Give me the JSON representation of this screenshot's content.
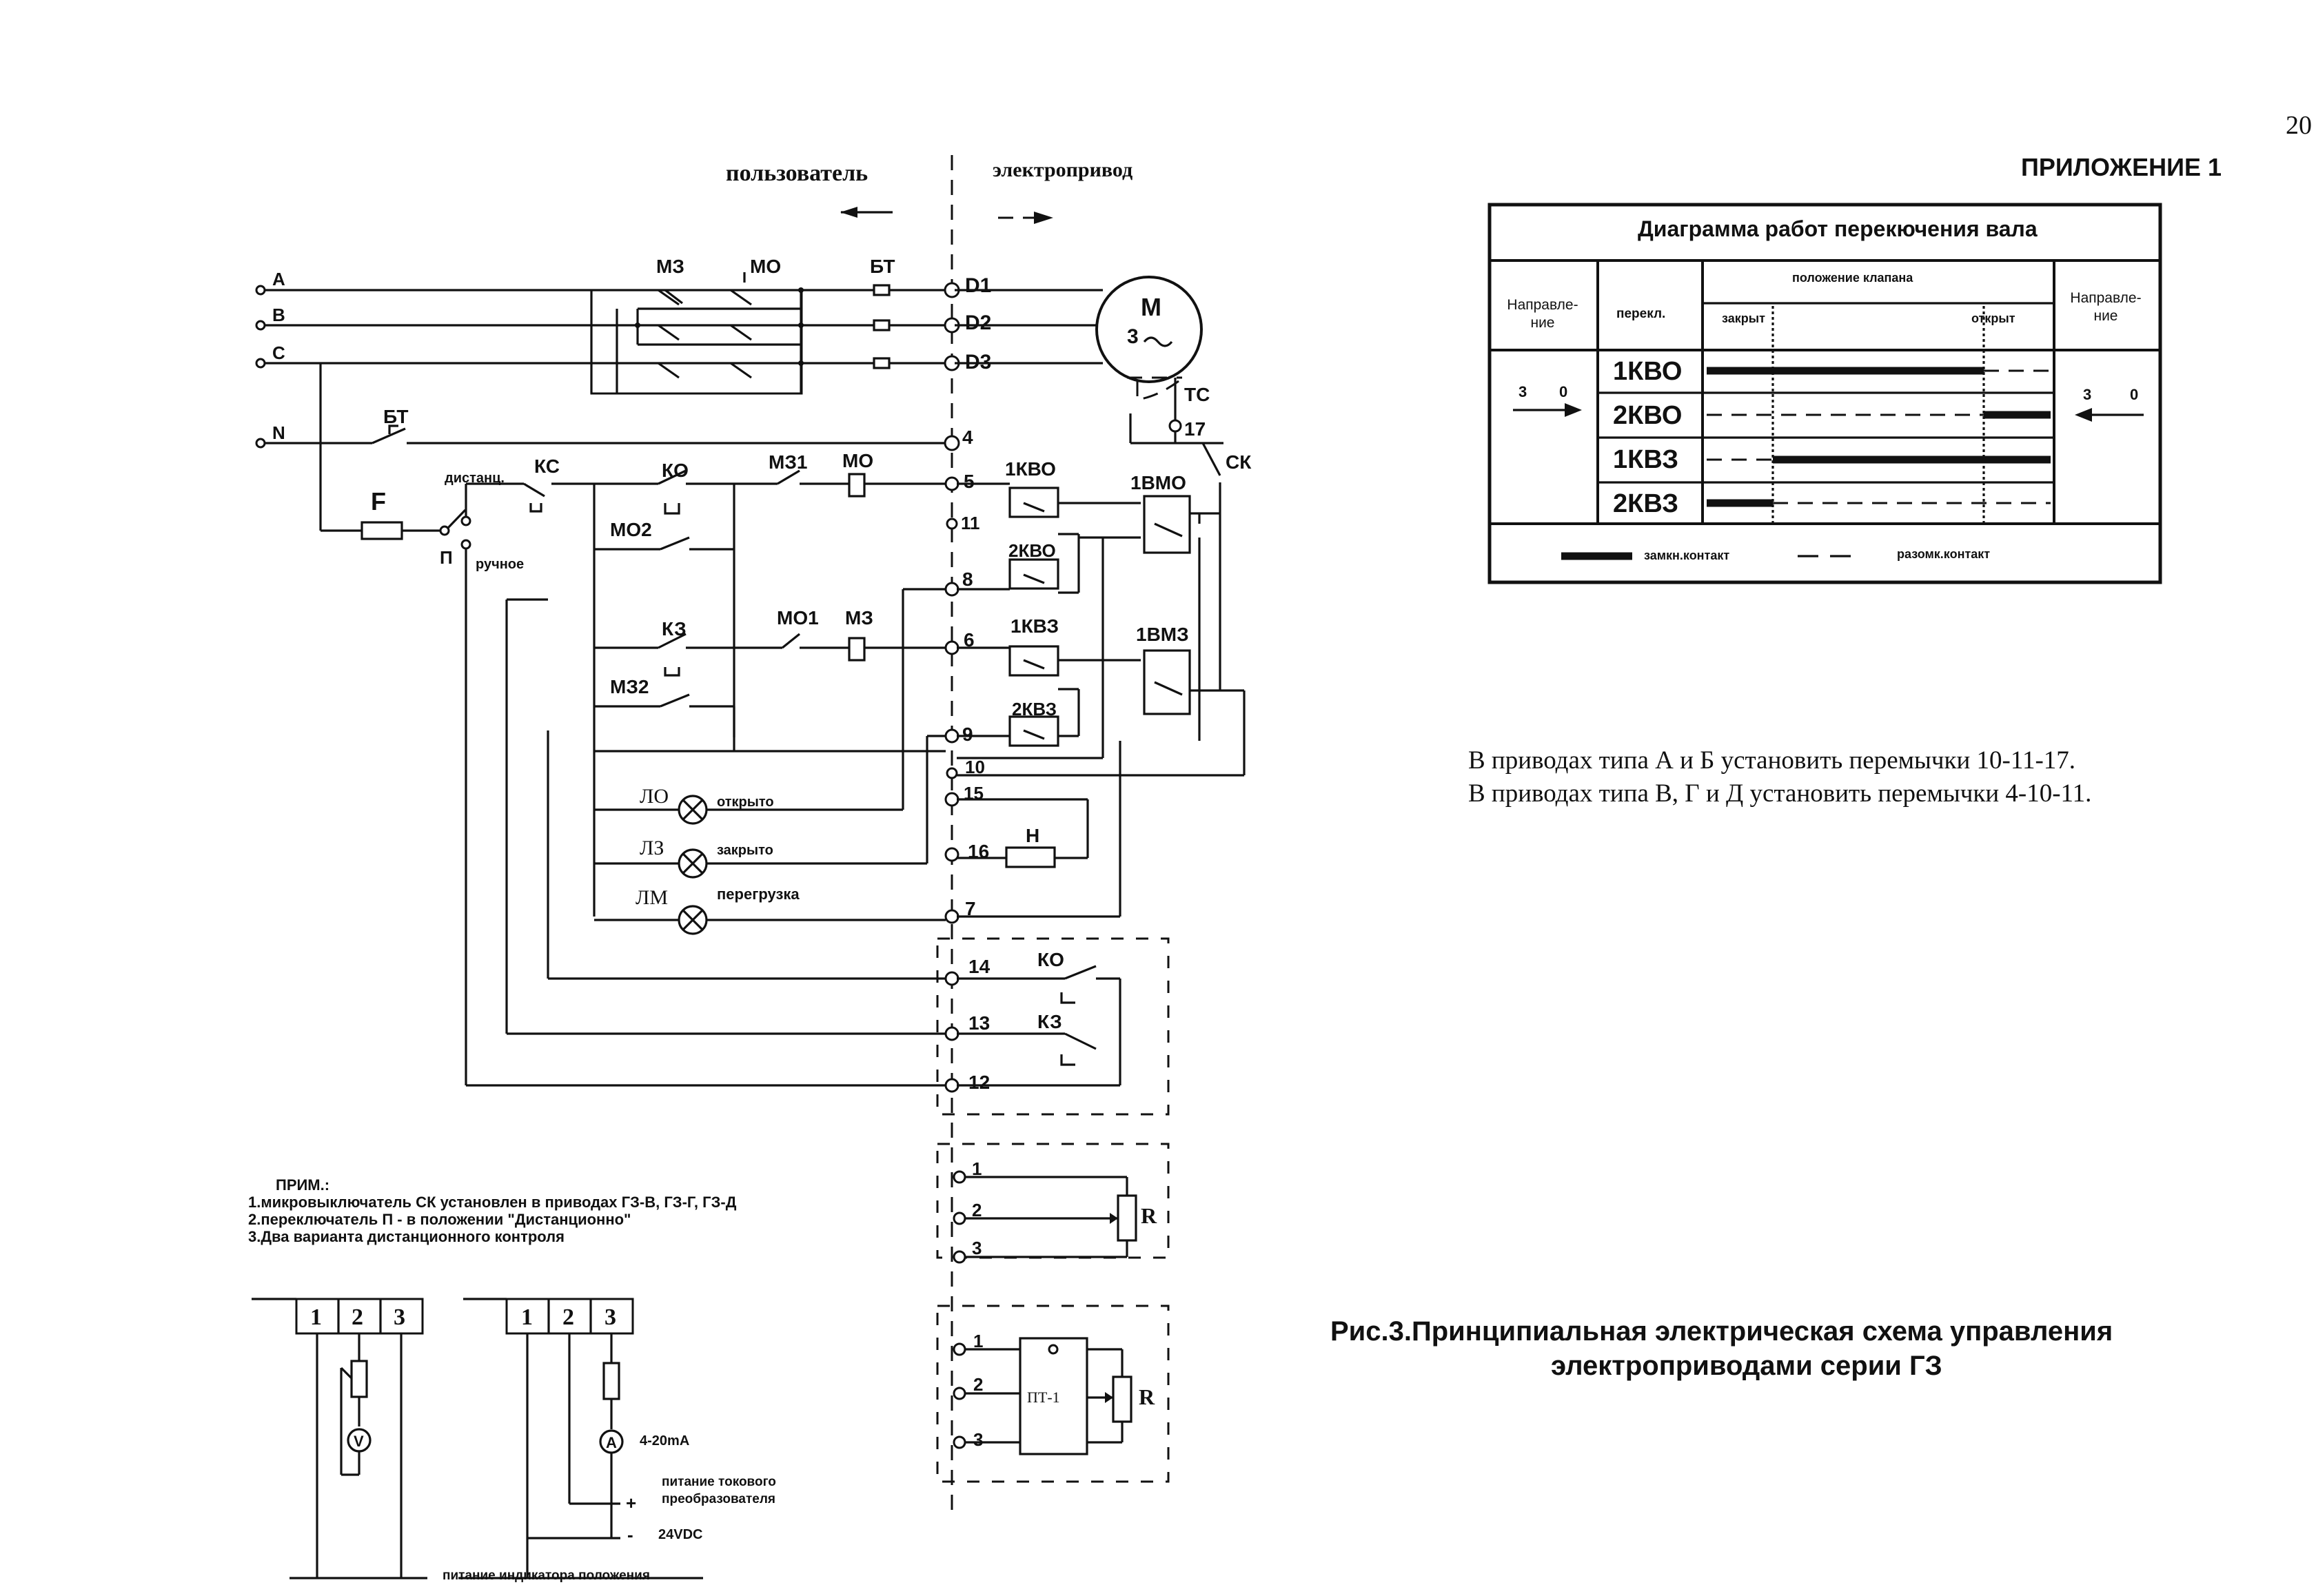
{
  "page_number": "20",
  "appendix_title": "ПРИЛОЖЕНИЕ 1",
  "side_labels": {
    "user": "пользователь",
    "drive": "электропривод"
  },
  "phases": [
    "A",
    "B",
    "C",
    "N"
  ],
  "terminals": {
    "D1": "D1",
    "D2": "D2",
    "D3": "D3",
    "t4": "4",
    "t5": "5",
    "t11": "11",
    "t8": "8",
    "t6": "6",
    "t9": "9",
    "t10": "10",
    "t15": "15",
    "t16": "16",
    "t7": "7",
    "t14": "14",
    "t13": "13",
    "t12": "12",
    "t17": "17"
  },
  "component_labels": {
    "mz": "МЗ",
    "mo": "МО",
    "bt": "БТ",
    "bt2": "БТ",
    "motor": "М",
    "motor_phase": "3",
    "tc": "ТС",
    "ck": "СК",
    "f": "F",
    "distance": "дистанц.",
    "manual": "ручное",
    "p": "П",
    "kc": "КС",
    "ko": "КО",
    "mz1": "МЗ1",
    "mo_coil": "МО",
    "mo2": "МО2",
    "kz": "КЗ",
    "mo1": "МО1",
    "mz_coil": "МЗ",
    "mz2": "МЗ2",
    "s1kvo": "1КВО",
    "s2kvo": "2КВО",
    "s1kvz": "1КВЗ",
    "s2kvz": "2КВЗ",
    "s1vmo": "1ВМО",
    "s1vmz": "1ВМЗ",
    "lo": "ЛО",
    "lo_state": "открыто",
    "lz": "ЛЗ",
    "lz_state": "закрыто",
    "lm": "ЛМ",
    "lm_state": "перегрузка",
    "h": "Н",
    "ko_aux": "КО",
    "kz_aux": "КЗ",
    "r1": "R",
    "r2": "R",
    "pt1": "ПТ-1"
  },
  "pot_terminals": [
    "1",
    "2",
    "3"
  ],
  "notes": {
    "title": "ПРИМ.:",
    "items": [
      "1.микровыключатель СК установлен в приводах ГЗ-В, ГЗ-Г, ГЗ-Д",
      "2.переключатель П -  в положении  \"Дистанционно\"",
      "3.Два варианта дистанционного контроля"
    ]
  },
  "remote_control": {
    "terminals": [
      "1",
      "2",
      "3"
    ],
    "voltmeter": "V",
    "ammeter": "A",
    "current_range": "4-20mA",
    "converter_supply": "питание токового",
    "converter_supply_2": "преобразователя",
    "plus": "+",
    "minus": "-",
    "vdc": "24VDC",
    "indicator_supply": "питание индикатора  положения"
  },
  "switch_table": {
    "title": "Диаграмма работ перекючения вала",
    "col_direction_left": [
      "Направле-",
      "ние"
    ],
    "col_switch": "перекл.",
    "col_position": "положение клапана",
    "closed": "закрыт",
    "open": "открыт",
    "col_direction_right": [
      "Направле-",
      "ние"
    ],
    "dir_left": [
      "3",
      "0"
    ],
    "dir_right": [
      "3",
      "0"
    ],
    "rows": [
      "1КВО",
      "2КВО",
      "1КВЗ",
      "2КВЗ"
    ],
    "legend_closed": "замкн.контакт",
    "legend_open": "разомк.контакт"
  },
  "jumper_notes": [
    "В приводах типа А и Б установить перемычки 10-11-17.",
    "В приводах типа В, Г и Д установить перемычки 4-10-11."
  ],
  "caption": [
    "Рис.3.Принципиальная электрическая схема управления",
    "электроприводами серии ГЗ"
  ]
}
